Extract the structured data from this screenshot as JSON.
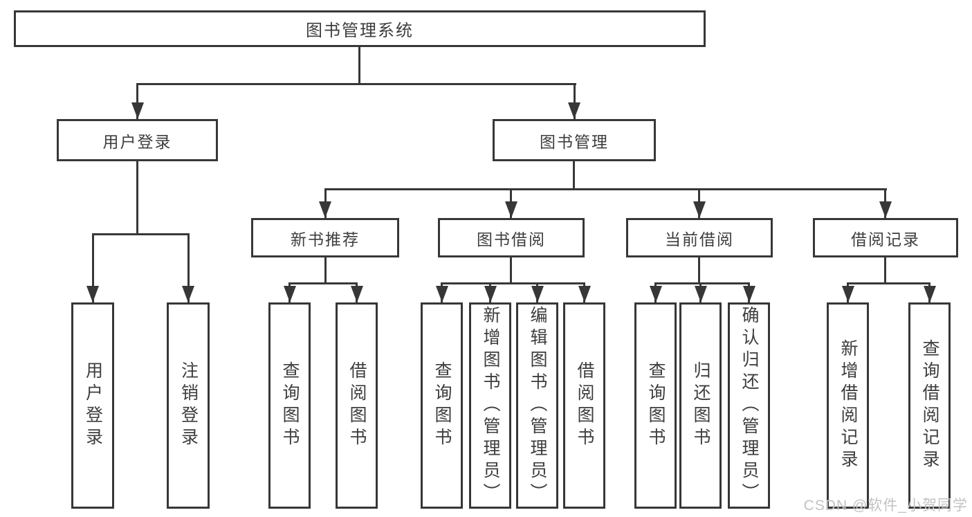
{
  "diagram": {
    "root": "图书管理系统",
    "branches": [
      {
        "label": "用户登录",
        "children": [
          "用户登录",
          "注销登录"
        ]
      },
      {
        "label": "图书管理",
        "children": [
          {
            "label": "新书推荐",
            "children": [
              "查询图书",
              "借阅图书"
            ]
          },
          {
            "label": "图书借阅",
            "children": [
              "查询图书",
              "新增图书（管理员）",
              "编辑图书（管理员）",
              "借阅图书"
            ]
          },
          {
            "label": "当前借阅",
            "children": [
              "查询图书",
              "归还图书",
              "确认归还（管理员）"
            ]
          },
          {
            "label": "借阅记录",
            "children": [
              "新增借阅记录",
              "查询借阅记录"
            ]
          }
        ]
      }
    ],
    "watermark": "CSDN @软件_小贺同学",
    "colors": {
      "line": "#373737",
      "text": "#3d3d3d",
      "background": "#ffffff",
      "watermark": "#c2c2c2"
    }
  }
}
